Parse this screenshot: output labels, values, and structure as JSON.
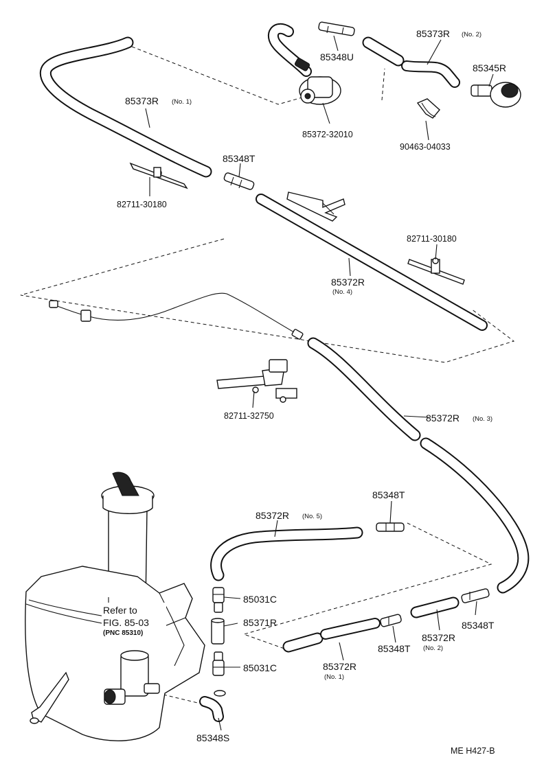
{
  "labels": {
    "p85373R_1": "85373R",
    "p85373R_1_no": "(No. 1)",
    "p85372_32010": "85372-32010",
    "p85348U": "85348U",
    "p85373R_2": "85373R",
    "p85373R_2_no": "(No. 2)",
    "p85345R": "85345R",
    "p90463": "90463-04033",
    "p85348T_top": "85348T",
    "p82711_top": "82711-30180",
    "p82711_mid": "82711-30180",
    "p85372R_4": "85372R",
    "p85372R_4_no": "(No. 4)",
    "p82711_32750": "82711-32750",
    "p85372R_3": "85372R",
    "p85372R_3_no": "(No. 3)",
    "p85348T_mid": "85348T",
    "p85372R_5": "85372R",
    "p85372R_5_no": "(No. 5)",
    "p85031C_top": "85031C",
    "p85371R": "85371R",
    "p85031C_bot": "85031C",
    "p85348S": "85348S",
    "p85372R_1": "85372R",
    "p85372R_1_no": "(No. 1)",
    "p85348T_low": "85348T",
    "p85372R_2": "85372R",
    "p85372R_2_no": "(No. 2)",
    "p85348T_right": "85348T"
  },
  "reference": {
    "line1": "Refer to",
    "line2": "FIG. 85-03",
    "line3": "(PNC 85310)"
  },
  "footer": {
    "code": "ME  H427-B"
  }
}
